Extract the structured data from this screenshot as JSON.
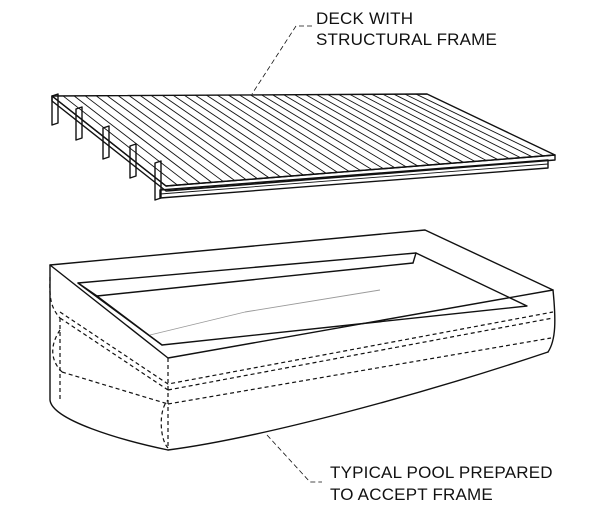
{
  "labels": {
    "deck": {
      "line1": "DECK WITH",
      "line2": "STRUCTURAL FRAME"
    },
    "pool": {
      "line1": "TYPICAL POOL PREPARED",
      "line2": "TO ACCEPT FRAME"
    }
  }
}
